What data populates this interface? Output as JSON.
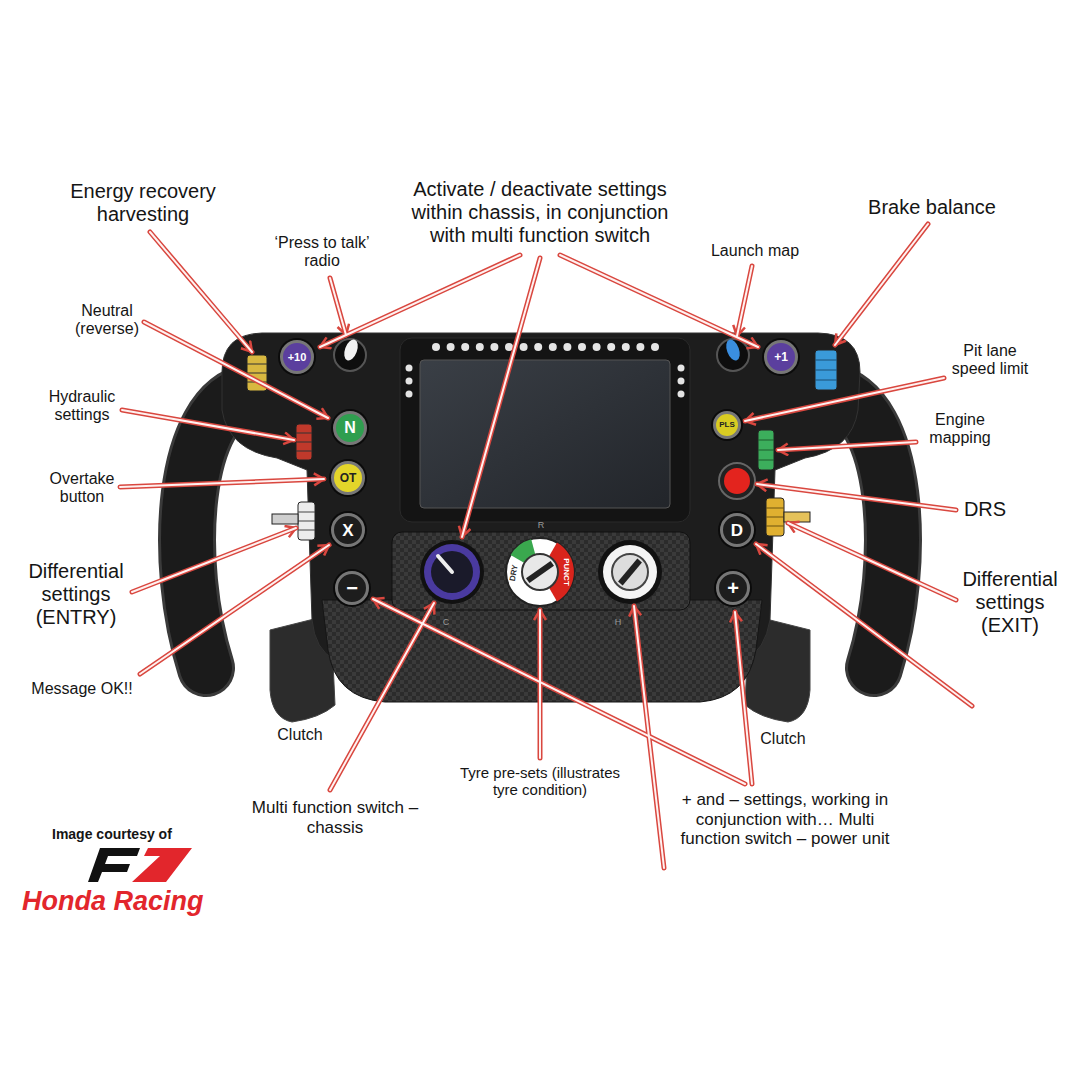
{
  "diagram": {
    "nodes": [
      {
        "text": [
          "+10"
        ]
      },
      {
        "text": [
          "+1"
        ]
      },
      {
        "text": [
          "N"
        ]
      },
      {
        "text": [
          "PLS"
        ]
      },
      {
        "text": [
          "OT"
        ]
      },
      {
        "text": [
          "X"
        ]
      },
      {
        "text": [
          "D"
        ]
      },
      {
        "text": [
          "−"
        ]
      },
      {
        "text": [
          "+"
        ]
      }
    ],
    "labels": [
      "Energy recovery harvesting",
      "Activate / deactivate settings within chassis, in conjunction with multi function switch",
      "Brake balance",
      "‘Press to talk’ radio",
      "Launch map",
      "Neutral (reverse)",
      "Pit lane speed limit",
      "Hydraulic settings",
      "Engine mapping",
      "Overtake button",
      "DRS",
      "Differential settings (ENTRY)",
      "Differential settings (EXIT)",
      "Message OK!!",
      "Clutch",
      "Clutch",
      "Multi function switch – chassis",
      "Tyre pre-sets (illustrates tyre condition)",
      "+ and – settings, working in conjunction with… Multi function switch – power unit",
      "Image courtesy of",
      "Honda Racing",
      "DRY",
      "PUNCT",
      "R",
      "C",
      "H"
    ]
  }
}
